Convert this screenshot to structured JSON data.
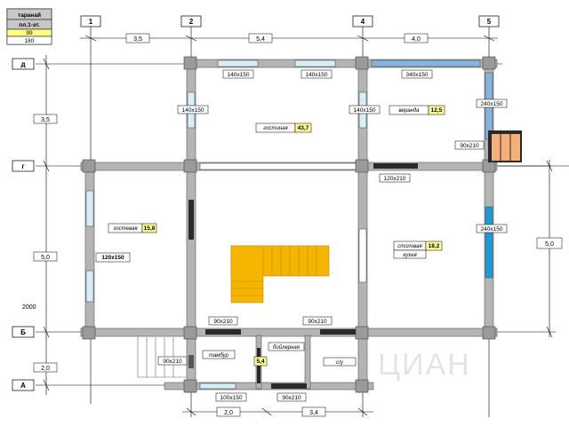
{
  "legend": {
    "name": "таранай",
    "floor": "пл.1-эт.",
    "value_yellow": "99",
    "value_white": "180"
  },
  "axes": {
    "columns": [
      "1",
      "2",
      "4",
      "5"
    ],
    "rows": [
      "д",
      "г",
      "Б",
      "А"
    ]
  },
  "dimensions": {
    "top": [
      "3,5",
      "5,4",
      "4,0"
    ],
    "left": [
      "3,5",
      "5,0",
      "2,0"
    ],
    "right": [
      "5,0"
    ],
    "bottom": [
      "2,0",
      "3,4"
    ],
    "side_note": "2000"
  },
  "openings": [
    "140x150",
    "140x150",
    "340x150",
    "140x150",
    "140x150",
    "240x150",
    "90x210",
    "120x210",
    "120x150",
    "240x150",
    "90x210",
    "90x210",
    "90x210",
    "100x150",
    "90x210"
  ],
  "rooms": [
    {
      "name": "гостиная",
      "area": "43,7"
    },
    {
      "name": "веранда",
      "area": "12,5"
    },
    {
      "name": "гостевая",
      "area": "15,8"
    },
    {
      "name": "столовая",
      "area": "18,2",
      "sub": "кухня"
    },
    {
      "name": "тамбур",
      "area": "5,4"
    },
    {
      "name": "бойлерная",
      "area": ""
    },
    {
      "name": "с/у",
      "area": ""
    }
  ],
  "watermark": "ЦИАН",
  "colors": {
    "wall": "#b4b4b4",
    "window_glass": "#d6eef6",
    "window_blue": "#86b4dc",
    "stair": "#f5b400",
    "veranda_door": "#f4b07a",
    "area_badge": "#ffff9a",
    "legend_gray": "#c8c8c8",
    "legend_yellow": "#ffff80",
    "door_dark": "#2a2a2a"
  }
}
